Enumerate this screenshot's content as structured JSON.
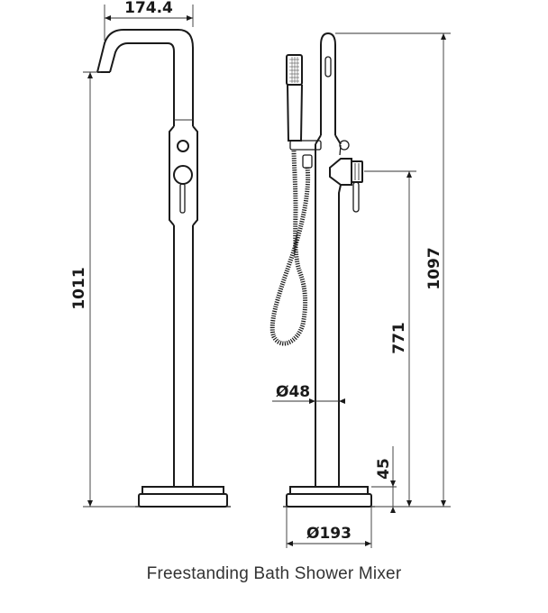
{
  "dimensions": {
    "spout_reach": "174.4",
    "front_height": "1011",
    "total_height": "1097",
    "handle_height": "771",
    "pipe_diameter": "Ø48",
    "base_height": "45",
    "base_diameter": "Ø193"
  },
  "caption": "Freestanding Bath Shower Mixer",
  "colors": {
    "line": "#1a1a1a",
    "caption": "#333333"
  }
}
